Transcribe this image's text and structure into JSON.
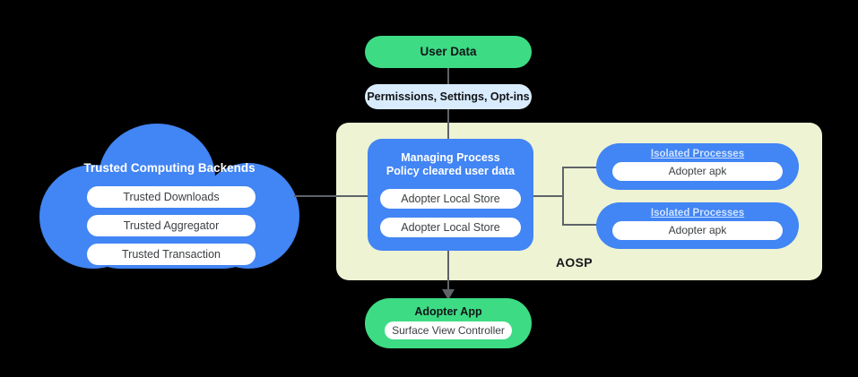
{
  "diagram": {
    "aosp_label": "AOSP",
    "colors": {
      "background": "#000000",
      "aosp_fill": "#eef3d3",
      "blue": "#4285f4",
      "green": "#3ddc84",
      "light_blue": "#d9ecfd",
      "connector": "#5f6368",
      "chip_white": "#ffffff",
      "iso_title": "#cfe3ff"
    }
  },
  "cloud": {
    "title": "Trusted Computing Backends",
    "items": [
      {
        "label": "Trusted Downloads"
      },
      {
        "label": "Trusted Aggregator"
      },
      {
        "label": "Trusted Transaction"
      }
    ]
  },
  "top_flow": {
    "user_data": "User Data",
    "permissions": "Permissions,  Settings, Opt-ins"
  },
  "managing_process": {
    "title_line1": "Managing Process",
    "title_line2": "Policy cleared user data",
    "stores": [
      {
        "label": "Adopter Local Store"
      },
      {
        "label": "Adopter Local Store"
      }
    ]
  },
  "isolated_processes": [
    {
      "title": "Isolated Processes",
      "chip": "Adopter apk"
    },
    {
      "title": "Isolated Processes",
      "chip": "Adopter apk"
    }
  ],
  "adopter_app": {
    "title": "Adopter App",
    "chip": "Surface View Controller"
  }
}
